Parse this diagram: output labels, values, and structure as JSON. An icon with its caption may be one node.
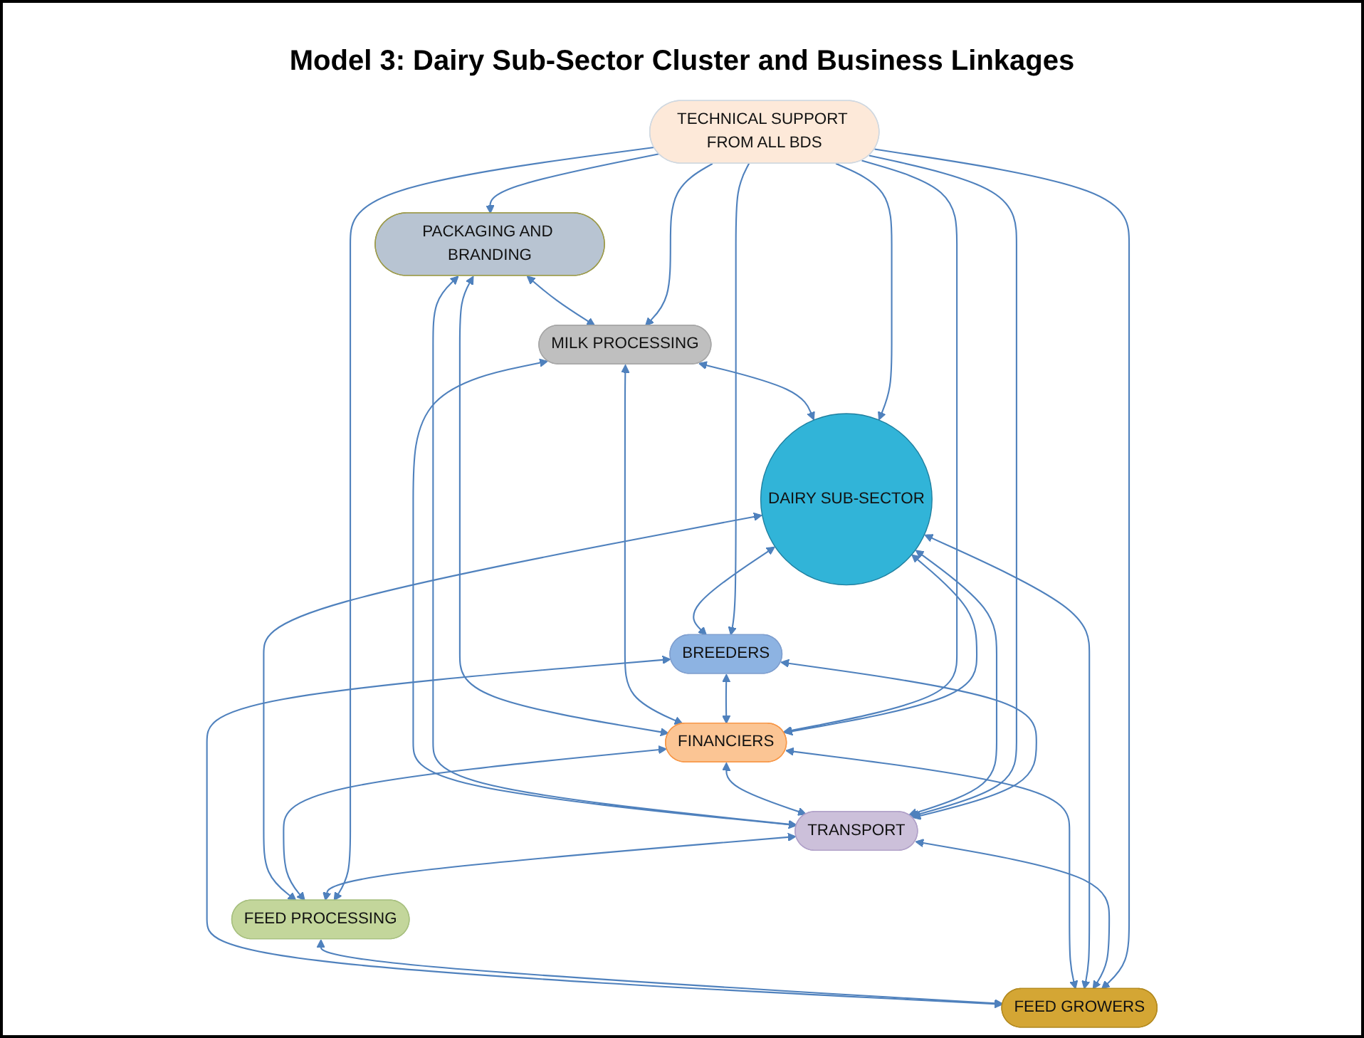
{
  "diagram": {
    "title": "Model 3: Dairy Sub-Sector Cluster and Business Linkages",
    "nodes": [
      {
        "text": [
          "MILK PROCESSING"
        ]
      },
      {
        "text": [
          "PACKAGING AND BRANDING"
        ]
      },
      {
        "text": [
          "BREEDERS"
        ]
      },
      {
        "text": [
          "DAIRY SUB-SECTOR"
        ]
      },
      {
        "text": [
          "FINANCIERS"
        ]
      },
      {
        "text": [
          "FEED PROCESSING"
        ]
      },
      {
        "text": [
          "FEED GROWERS"
        ]
      },
      {
        "text": [
          "TECHNICAL SUPPORT FROM ALL BDS"
        ]
      },
      {
        "text": [
          "TRANSPORT"
        ]
      }
    ],
    "edges": [
      {
        "from": 1,
        "to": 0,
        "arrow": "both"
      },
      {
        "from": 0,
        "to": 3,
        "arrow": "both"
      },
      {
        "from": 1,
        "to": 4,
        "arrow": "both"
      },
      {
        "from": 0,
        "to": 4,
        "arrow": "both"
      },
      {
        "from": 0,
        "to": 8,
        "arrow": "both"
      },
      {
        "from": 1,
        "to": 8,
        "arrow": "both"
      },
      {
        "from": 2,
        "to": 4,
        "arrow": "both"
      },
      {
        "from": 3,
        "to": 2,
        "arrow": "both"
      },
      {
        "from": 3,
        "to": 5,
        "arrow": "both"
      },
      {
        "from": 4,
        "to": 5,
        "arrow": "both"
      },
      {
        "from": 2,
        "to": 6,
        "arrow": "both"
      },
      {
        "from": 5,
        "to": 6,
        "arrow": "both"
      },
      {
        "from": 4,
        "to": 6,
        "arrow": "both"
      },
      {
        "from": 3,
        "to": 6,
        "arrow": "both"
      },
      {
        "from": 4,
        "to": 3,
        "arrow": "both"
      },
      {
        "from": 4,
        "to": 8,
        "arrow": "both"
      },
      {
        "from": 3,
        "to": 8,
        "arrow": "both"
      },
      {
        "from": 8,
        "to": 2,
        "arrow": "both"
      },
      {
        "from": 8,
        "to": 5,
        "arrow": "both"
      },
      {
        "from": 8,
        "to": 6,
        "arrow": "both"
      },
      {
        "from": 7,
        "to": 0,
        "arrow": "to"
      },
      {
        "from": 7,
        "to": 1,
        "arrow": "to"
      },
      {
        "from": 7,
        "to": 4,
        "arrow": "to"
      },
      {
        "from": 7,
        "to": 2,
        "arrow": "to"
      },
      {
        "from": 7,
        "to": 3,
        "arrow": "to"
      },
      {
        "from": 7,
        "to": 5,
        "arrow": "to"
      },
      {
        "from": 7,
        "to": 6,
        "arrow": "to"
      },
      {
        "from": 7,
        "to": 8,
        "arrow": "to"
      }
    ]
  }
}
